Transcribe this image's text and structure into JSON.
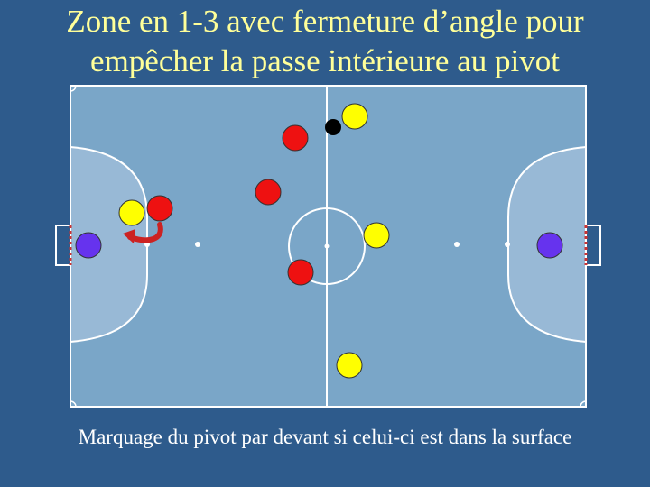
{
  "title_line1": "Zone en 1-3 avec fermeture d’angle pour",
  "title_line2": "empêcher la passe intérieure au pivot",
  "caption": "Marquage du pivot par devant si celui-ci est dans la surface",
  "colors": {
    "background": "#2e5b8c",
    "court": "#7aa6c8",
    "penalty_area": "#98b9d6",
    "lines": "#ffffff",
    "title_text": "#ffff99",
    "caption_text": "#ffffff",
    "red_team": "#ee1111",
    "yellow_team": "#ffff00",
    "goalkeeper": "#6633ee",
    "ball": "#000000",
    "arrow": "#cc2222"
  },
  "players": [
    {
      "team": "red",
      "role": "defender-top"
    },
    {
      "team": "red",
      "role": "defender-left-mid"
    },
    {
      "team": "red",
      "role": "defender-marking-pivot"
    },
    {
      "team": "red",
      "role": "defender-bottom"
    },
    {
      "team": "yellow",
      "role": "attacker-with-ball"
    },
    {
      "team": "yellow",
      "role": "pivot"
    },
    {
      "team": "yellow",
      "role": "attacker-center-right"
    },
    {
      "team": "yellow",
      "role": "attacker-bottom"
    },
    {
      "team": "goalkeeper",
      "role": "goalkeeper-left"
    },
    {
      "team": "goalkeeper",
      "role": "goalkeeper-right"
    }
  ],
  "ball": {
    "holder": "attacker-with-ball"
  },
  "arrow": {
    "meaning": "closing-the-angle-move"
  }
}
